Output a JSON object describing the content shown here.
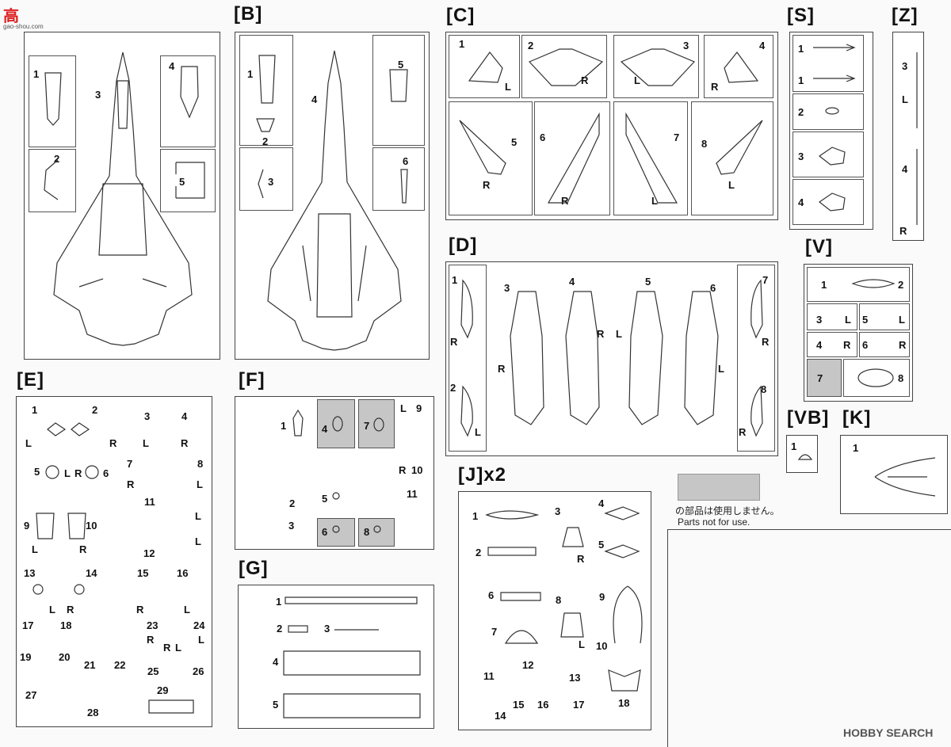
{
  "watermark": {
    "top_left_glyphs": "高",
    "top_left_url": "gao-shou.com",
    "bottom_right": "HOBBY SEARCH"
  },
  "sprues": {
    "A": {
      "labels": [
        "1",
        "2",
        "3",
        "4",
        "5"
      ]
    },
    "B": {
      "title": "[B]",
      "labels": [
        "1",
        "2",
        "3",
        "4",
        "5",
        "6"
      ]
    },
    "C": {
      "title": "[C]",
      "labels": [
        "1",
        "2",
        "3",
        "4",
        "5",
        "6",
        "7",
        "8"
      ],
      "sides": [
        "L",
        "R",
        "L",
        "R",
        "R",
        "R",
        "L",
        "L"
      ]
    },
    "S": {
      "title": "[S]",
      "labels": [
        "1",
        "1",
        "2",
        "3",
        "4"
      ]
    },
    "Z": {
      "title": "[Z]",
      "labels": [
        "3",
        "L",
        "4",
        "R"
      ]
    },
    "D": {
      "title": "[D]",
      "labels": [
        "1",
        "2",
        "3",
        "4",
        "5",
        "6",
        "7",
        "8"
      ],
      "sides": [
        "R",
        "L",
        "R",
        "R",
        "L",
        "L",
        "R",
        "R"
      ]
    },
    "V": {
      "title": "[V]",
      "labels": [
        "1",
        "2",
        "3",
        "L",
        "5",
        "L",
        "4",
        "R",
        "6",
        "R",
        "7",
        "8"
      ]
    },
    "VB": {
      "title": "[VB]",
      "labels": [
        "1"
      ]
    },
    "K": {
      "title": "[K]",
      "labels": [
        "1"
      ]
    },
    "E": {
      "title": "[E]",
      "labels": [
        "1",
        "2",
        "3",
        "4",
        "5",
        "6",
        "7",
        "8",
        "9",
        "10",
        "11",
        "12",
        "13",
        "14",
        "15",
        "16",
        "17",
        "18",
        "19",
        "20",
        "21",
        "22",
        "23",
        "24",
        "25",
        "26",
        "27",
        "28",
        "29"
      ],
      "sides": [
        "L",
        "R",
        "L",
        "R",
        "L",
        "R",
        "R",
        "L",
        "L",
        "R",
        "L",
        "L",
        "L",
        "R",
        "R",
        "L",
        "R",
        "L",
        "R",
        "L"
      ]
    },
    "F": {
      "title": "[F]",
      "labels": [
        "1",
        "4",
        "7",
        "9",
        "2",
        "3",
        "5",
        "6",
        "8",
        "10",
        "11"
      ],
      "sides": [
        "L",
        "R"
      ]
    },
    "G": {
      "title": "[G]",
      "labels": [
        "1",
        "2",
        "3",
        "4",
        "5"
      ]
    },
    "J": {
      "title": "[J]x2",
      "labels": [
        "1",
        "2",
        "3",
        "4",
        "5",
        "6",
        "7",
        "8",
        "9",
        "10",
        "11",
        "12",
        "13",
        "14",
        "15",
        "16",
        "17",
        "18"
      ],
      "sides": [
        "R",
        "L"
      ]
    }
  },
  "legend": {
    "jp": "の部品は使用しません。",
    "en": "Parts not for use.",
    "swatch_color": "#c6c6c6"
  }
}
